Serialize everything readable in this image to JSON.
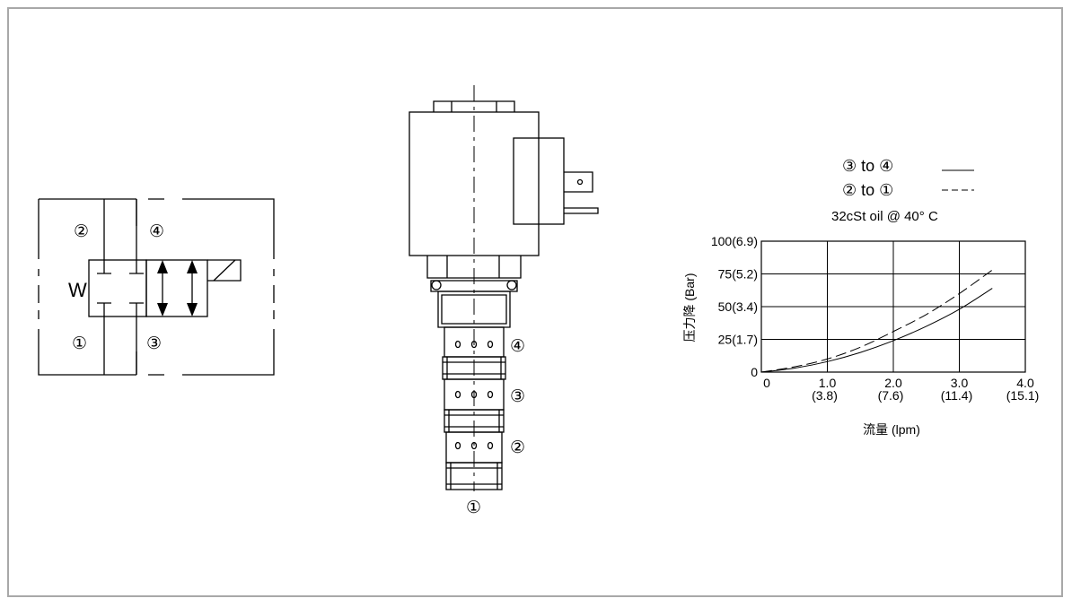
{
  "symbol": {
    "port_2": "②",
    "port_4": "④",
    "port_1": "①",
    "port_3": "③",
    "spring_label": "W"
  },
  "cartridge": {
    "port_4": "④",
    "port_3": "③",
    "port_2": "②",
    "port_1": "①"
  },
  "chart_data": {
    "type": "line",
    "legend": [
      {
        "label": "③ to ④",
        "style": "solid"
      },
      {
        "label": "② to ①",
        "style": "dashed"
      }
    ],
    "legend_position": "top",
    "condition": "32cSt oil @ 40° C",
    "xlabel": "流量 (lpm)",
    "ylabel": "压力降 (Bar)",
    "xlim": [
      0,
      4.0
    ],
    "ylim": [
      0,
      100
    ],
    "grid": true,
    "x_ticks": [
      {
        "value": 0,
        "label": "0",
        "sub": ""
      },
      {
        "value": 1,
        "label": "1.0",
        "sub": "(3.8)"
      },
      {
        "value": 2,
        "label": "2.0",
        "sub": "(7.6)"
      },
      {
        "value": 3,
        "label": "3.0",
        "sub": "(11.4)"
      },
      {
        "value": 4,
        "label": "4.0",
        "sub": "(15.1)"
      }
    ],
    "y_ticks": [
      {
        "value": 0,
        "label": "0"
      },
      {
        "value": 25,
        "label": "25(1.7)"
      },
      {
        "value": 50,
        "label": "50(3.4)"
      },
      {
        "value": 75,
        "label": "75(5.2)"
      },
      {
        "value": 100,
        "label": "100(6.9)"
      }
    ],
    "series": [
      {
        "name": "③ to ④",
        "style": "solid",
        "x": [
          0,
          0.5,
          1.0,
          1.5,
          2.0,
          2.5,
          3.0,
          3.5
        ],
        "y": [
          0,
          3,
          8,
          15,
          24,
          35,
          48,
          64
        ]
      },
      {
        "name": "② to ①",
        "style": "dashed",
        "x": [
          0,
          0.5,
          1.0,
          1.5,
          2.0,
          2.5,
          3.0,
          3.5
        ],
        "y": [
          0,
          4,
          10,
          19,
          31,
          44,
          60,
          78
        ]
      }
    ]
  }
}
